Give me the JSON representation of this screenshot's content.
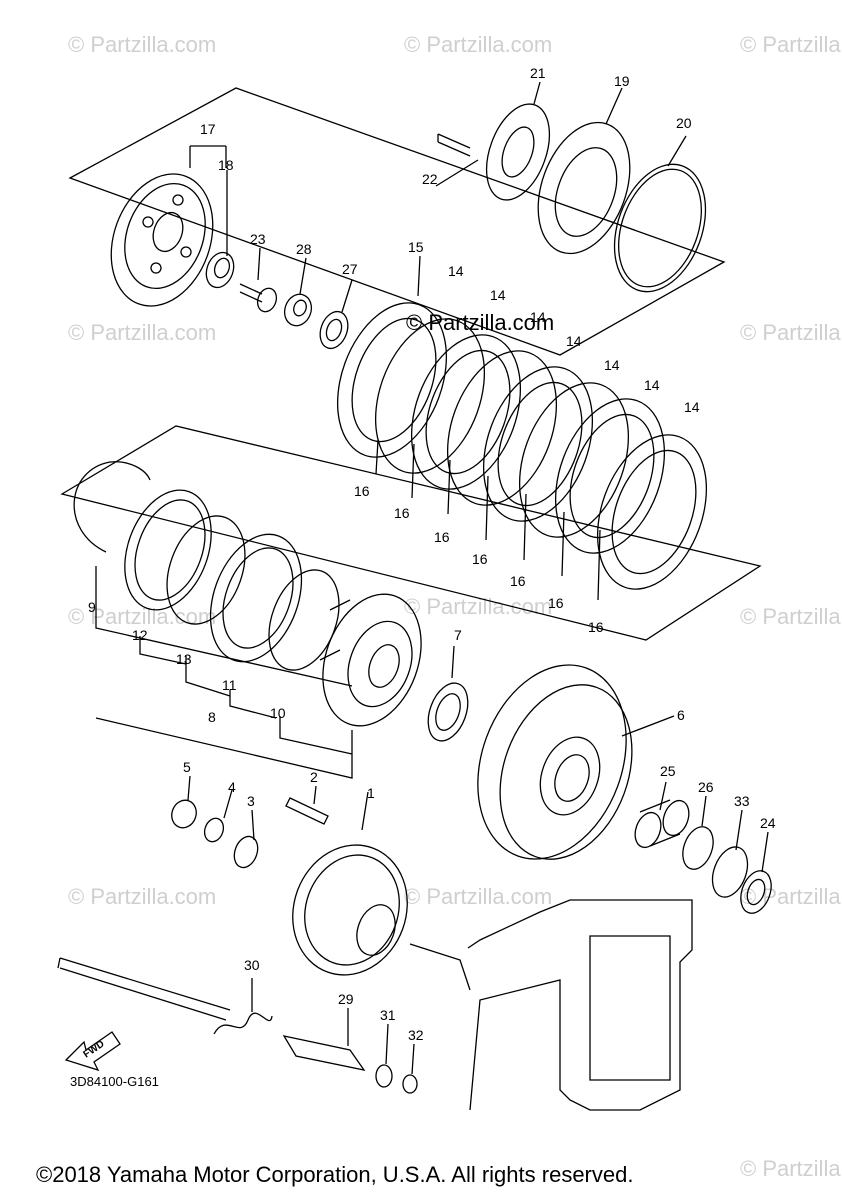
{
  "watermark": {
    "text": "© Partzilla.com",
    "prominent_text": "© Partzilla.com"
  },
  "diagram": {
    "code": "3D84100-G161",
    "fwd_label": "FWD",
    "callouts": {
      "c1": "1",
      "c2": "2",
      "c3": "3",
      "c4": "4",
      "c5": "5",
      "c6": "6",
      "c7": "7",
      "c8": "8",
      "c9": "9",
      "c10": "10",
      "c11": "11",
      "c12": "12",
      "c13": "13",
      "c14a": "14",
      "c14b": "14",
      "c14c": "14",
      "c14d": "14",
      "c14e": "14",
      "c14f": "14",
      "c14g": "14",
      "c15": "15",
      "c16a": "16",
      "c16b": "16",
      "c16c": "16",
      "c16d": "16",
      "c16e": "16",
      "c16f": "16",
      "c16g": "16",
      "c17": "17",
      "c18": "18",
      "c19": "19",
      "c20": "20",
      "c21": "21",
      "c22": "22",
      "c23": "23",
      "c24": "24",
      "c25": "25",
      "c26": "26",
      "c27": "27",
      "c28": "28",
      "c29": "29",
      "c30": "30",
      "c31": "31",
      "c32": "32",
      "c33": "33"
    }
  },
  "footer": {
    "copyright": "©2018  Yamaha Motor Corporation, U.S.A. All rights reserved."
  },
  "colors": {
    "ink": "#000000",
    "watermark": "#cfcfcf",
    "background": "#ffffff"
  }
}
